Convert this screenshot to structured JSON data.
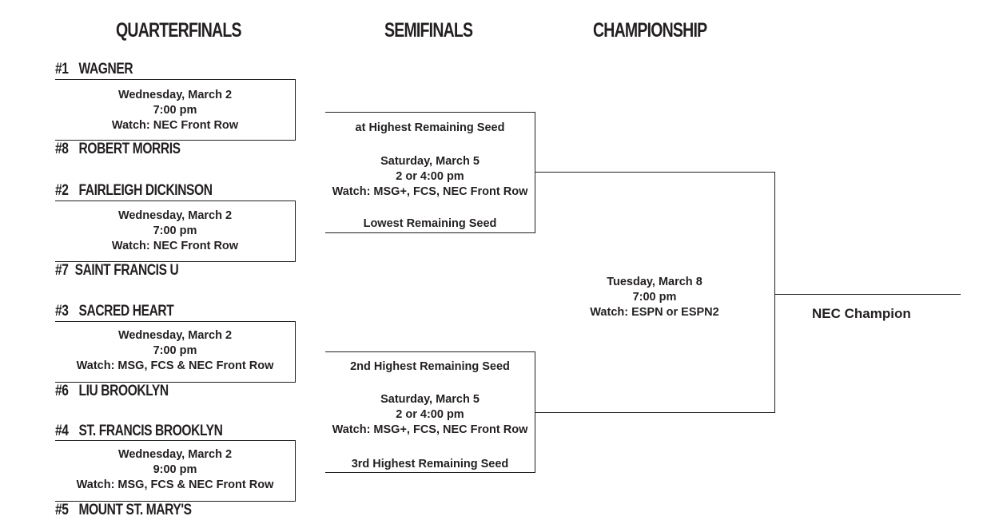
{
  "headers": {
    "quarterfinals": "QUARTERFINALS",
    "semifinals": "SEMIFINALS",
    "championship": "CHAMPIONSHIP"
  },
  "quarterfinals": [
    {
      "top": {
        "seed": "#1",
        "name": "WAGNER"
      },
      "bottom": {
        "seed": "#8",
        "name": "ROBERT MORRIS"
      },
      "date": "Wednesday, March 2",
      "time": "7:00 pm",
      "watch": "Watch: NEC Front Row"
    },
    {
      "top": {
        "seed": "#2",
        "name": "FAIRLEIGH DICKINSON"
      },
      "bottom": {
        "seed": "#7",
        "name": "SAINT FRANCIS U"
      },
      "date": "Wednesday, March 2",
      "time": "7:00 pm",
      "watch": "Watch: NEC Front Row"
    },
    {
      "top": {
        "seed": "#3",
        "name": "SACRED HEART"
      },
      "bottom": {
        "seed": "#6",
        "name": "LIU BROOKLYN"
      },
      "date": "Wednesday, March 2",
      "time": "7:00 pm",
      "watch": "Watch: MSG, FCS & NEC Front Row"
    },
    {
      "top": {
        "seed": "#4",
        "name": "ST. FRANCIS BROOKLYN"
      },
      "bottom": {
        "seed": "#5",
        "name": "MOUNT ST. MARY'S"
      },
      "date": "Wednesday, March 2",
      "time": "9:00 pm",
      "watch": "Watch: MSG, FCS & NEC Front Row"
    }
  ],
  "semifinals": [
    {
      "top": "at Highest Remaining Seed",
      "date": "Saturday, March 5",
      "time": "2 or 4:00 pm",
      "watch": "Watch: MSG+, FCS, NEC Front Row",
      "bottom": "Lowest Remaining Seed"
    },
    {
      "top": "2nd Highest Remaining Seed",
      "date": "Saturday, March 5",
      "time": "2 or 4:00 pm",
      "watch": "Watch: MSG+, FCS, NEC Front Row",
      "bottom": "3rd Highest Remaining Seed"
    }
  ],
  "championship": {
    "date": "Tuesday, March 8",
    "time": "7:00 pm",
    "watch": "Watch: ESPN or ESPN2",
    "winner_label": "NEC Champion"
  }
}
